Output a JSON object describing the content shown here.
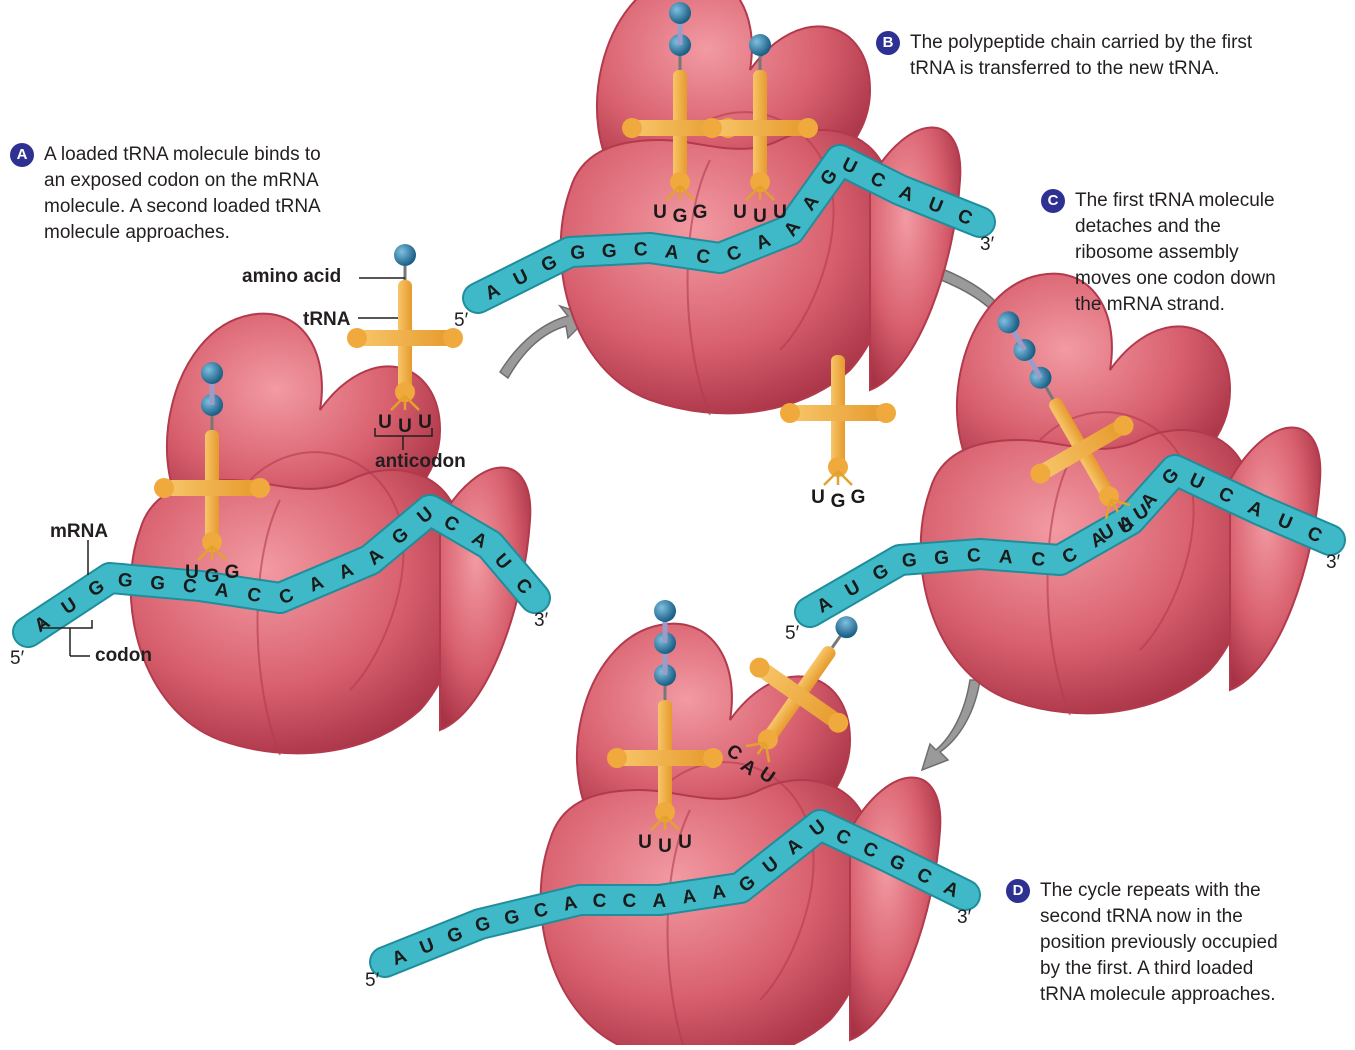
{
  "steps": [
    {
      "letter": "A",
      "text": "A loaded tRNA molecule binds to\nan exposed codon on the mRNA\nmolecule. A second loaded tRNA\nmolecule approaches."
    },
    {
      "letter": "B",
      "text": "The polypeptide chain carried by the first\ntRNA is transferred to the new tRNA."
    },
    {
      "letter": "C",
      "text": "The first tRNA molecule\ndetaches and the\nribosome assembly\nmoves one codon down\nthe mRNA strand."
    },
    {
      "letter": "D",
      "text": "The cycle repeats with the\nsecond tRNA now in the\nposition previously occupied\nby the first. A third loaded\ntRNA molecule approaches."
    }
  ],
  "labels": {
    "amino_acid": "amino acid",
    "trna": "tRNA",
    "anticodon": "anticodon",
    "mrna": "mRNA",
    "codon": "codon",
    "five_prime": "5′",
    "three_prime": "3′"
  },
  "sequences": {
    "a_mrna": [
      "A",
      "U",
      "G",
      "G",
      "G",
      "C",
      "A",
      "C",
      "C",
      "A",
      "A",
      "A",
      "G",
      "U",
      "C",
      "A",
      "U",
      "C"
    ],
    "a_bound_anticodon": [
      "U",
      "G",
      "G"
    ],
    "a_free_anticodon": [
      "U",
      "U",
      "U"
    ],
    "b_mrna": [
      "A",
      "U",
      "G",
      "G",
      "G",
      "C",
      "A",
      "C",
      "C",
      "A",
      "A",
      "A",
      "G",
      "U",
      "C",
      "A",
      "U",
      "C"
    ],
    "b_anticodons": [
      "U",
      "G",
      "G",
      "U",
      "U",
      "U"
    ],
    "c_mrna": [
      "A",
      "U",
      "G",
      "G",
      "G",
      "C",
      "A",
      "C",
      "C",
      "A",
      "A",
      "A",
      "G",
      "U",
      "C",
      "A",
      "U",
      "C"
    ],
    "c_released_anticodon": [
      "U",
      "G",
      "G"
    ],
    "c_bound_anticodon": [
      "U",
      "U",
      "U"
    ],
    "d_mrna": [
      "A",
      "U",
      "G",
      "G",
      "G",
      "C",
      "A",
      "C",
      "C",
      "A",
      "A",
      "A",
      "G",
      "U",
      "A",
      "U",
      "C",
      "C",
      "G",
      "C",
      "A"
    ],
    "d_bound_anticodon": [
      "U",
      "U",
      "U"
    ],
    "d_incoming_anticodon": [
      "C",
      "A",
      "U"
    ]
  },
  "colors": {
    "ribosome": "#d8606e",
    "ribosome_dark": "#b23a4c",
    "mrna": "#3fb9c7",
    "trna": "#f5b54a",
    "amino_acid": "#1f6f97",
    "badge": "#2f3192",
    "arrow": "#9a9a9a"
  }
}
